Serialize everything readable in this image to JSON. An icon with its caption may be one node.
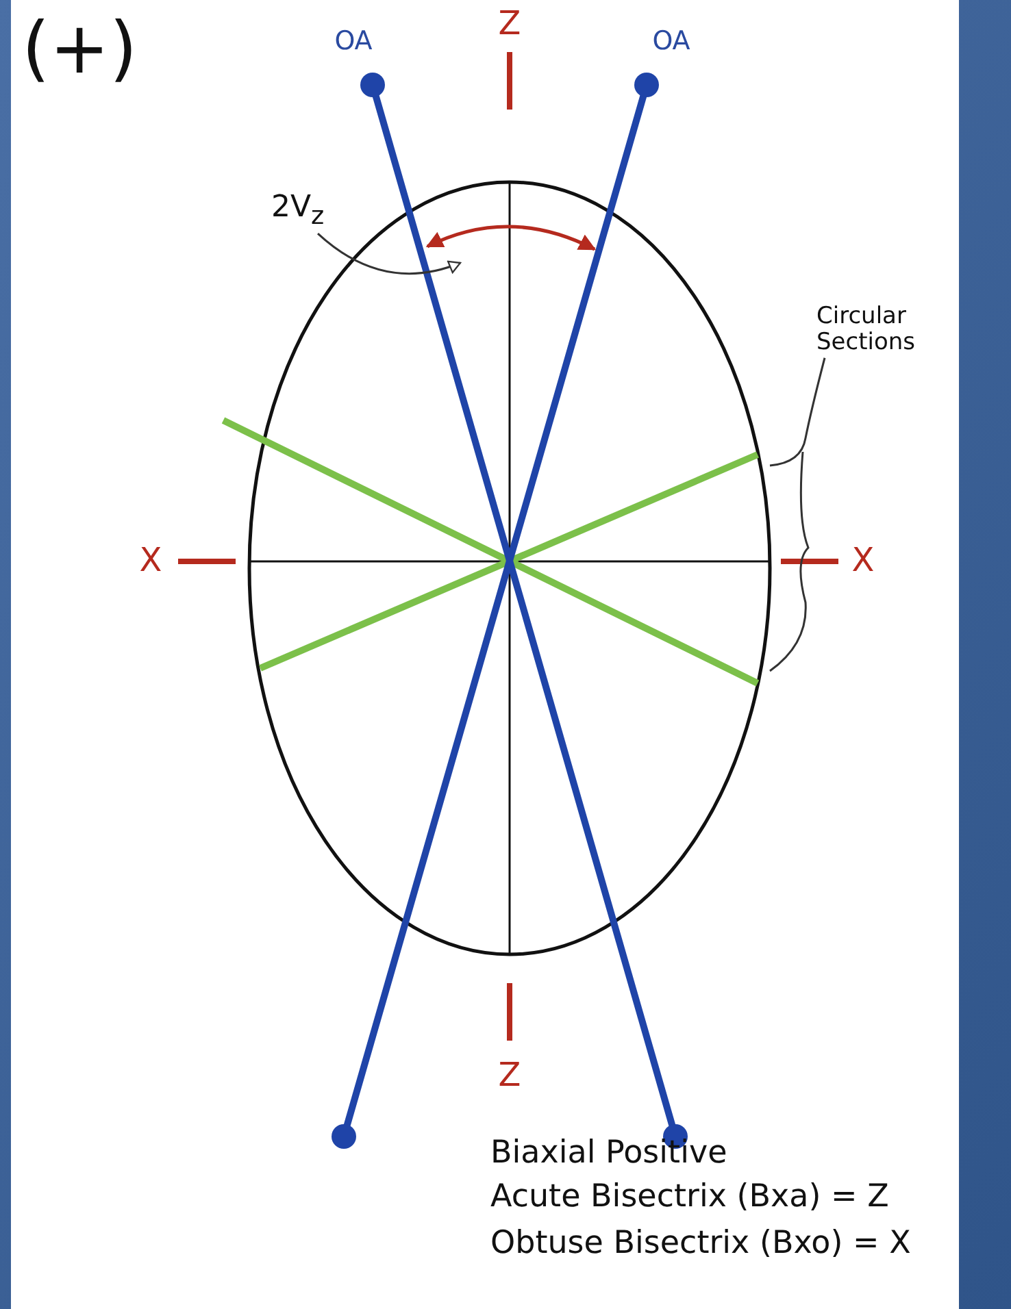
{
  "diagram": {
    "nodes": [
      {
        "text": [
          "2V$_{z}$"
        ]
      },
      {
        "text": [
          "Circular Sections"
        ]
      }
    ],
    "edges": [
      {
        "from": 0,
        "to": null,
        "arrow": "to"
      },
      {
        "from": 1,
        "to": null,
        "arrow": "none"
      }
    ],
    "labels": [
      "(+)",
      "OA",
      "Z",
      "OA",
      "X",
      "X",
      "Z",
      "Biaxial Positive",
      "Acute Bisectrix (Bxa) = Z",
      "Obtuse Bisectrix (Bxo) = X"
    ]
  }
}
